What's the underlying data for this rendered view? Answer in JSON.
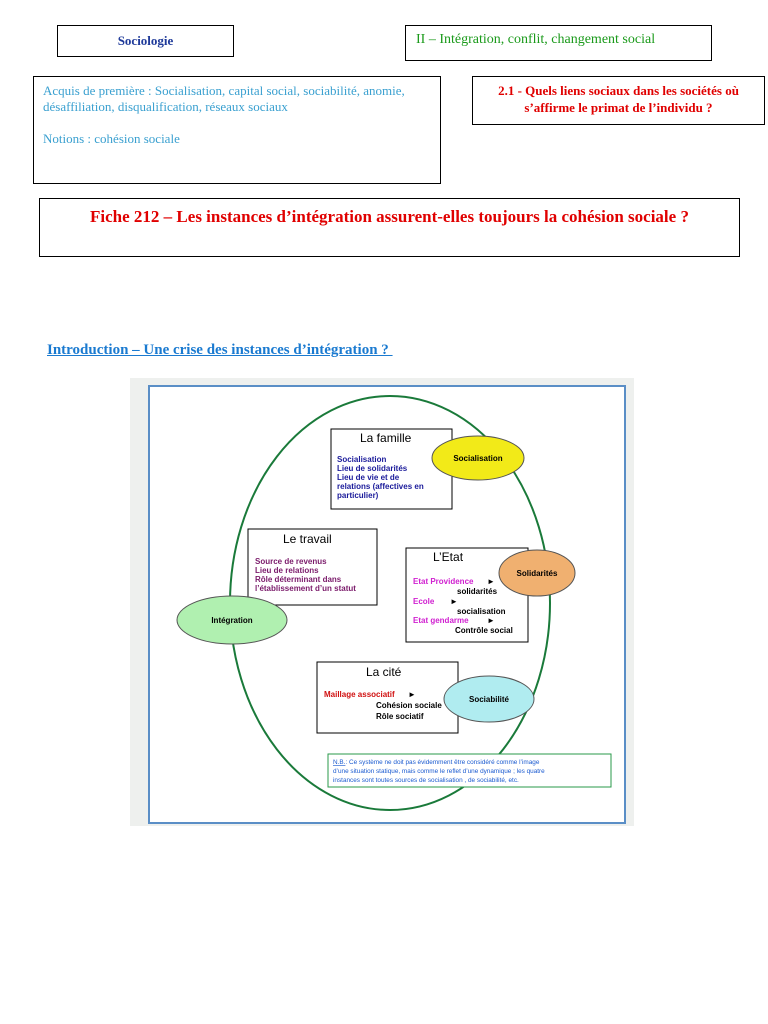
{
  "header": {
    "subject": "Sociologie",
    "chapter": "II – Intégration, conflit, changement social"
  },
  "prerequisites": {
    "acquis": "Acquis de première : Socialisation, capital social, sociabilité, anomie, désaffiliation, disqualification, réseaux sociaux",
    "notions": "Notions : cohésion sociale"
  },
  "question": {
    "text": "2.1 - Quels liens sociaux dans les sociétés où s’affirme le primat de l’individu ?"
  },
  "sheet": {
    "title": "Fiche 212 – Les instances d’intégration assurent-elles toujours la cohésion sociale ?"
  },
  "introduction": {
    "heading": "Introduction – Une crise des instances d’intégration ? "
  },
  "diagram": {
    "famille": {
      "title": "La famille",
      "lines": [
        "Socialisation",
        "Lieu de solidarités",
        "Lieu de vie et de",
        "relations (affectives en",
        "particulier)"
      ]
    },
    "travail": {
      "title": "Le travail",
      "lines": [
        "Source de revenus",
        "Lieu de relations",
        "Rôle déterminant dans",
        "l’établissement d’un statut"
      ]
    },
    "etat": {
      "title": "L’Etat",
      "items": [
        {
          "label": "Etat Providence",
          "result": "solidarités"
        },
        {
          "label": "Ecole",
          "result": "socialisation"
        },
        {
          "label": "Etat gendarme",
          "result": "Contrôle social"
        }
      ]
    },
    "cite": {
      "title": "La cité",
      "label": "Maillage associatif",
      "results": [
        "Cohésion sociale",
        "Rôle sociatif"
      ]
    },
    "ovals": {
      "socialisation": "Socialisation",
      "solidarites": "Solidarités",
      "integration": "Intégration",
      "sociabilite": "Sociabilité"
    },
    "note": {
      "prefix": "N.B.",
      "line1": ": Ce système ne doit pas évidemment être considéré comme l’image",
      "line2": "d’une situation statique, mais comme le reflet d’une dynamique ; les quatre",
      "line3": "instances sont toutes sources de socialisation , de sociabilité, etc."
    },
    "colors": {
      "navy": "#1a1a9a",
      "purple": "#7a1a6a",
      "magenta": "#d020d0",
      "red": "#d01010",
      "yellow": "#f2ea18",
      "orange": "#f0b070",
      "green_oval": "#b0f0b0",
      "cyan_oval": "#b0ecf0",
      "ellipse": "#1a7a3a"
    }
  }
}
